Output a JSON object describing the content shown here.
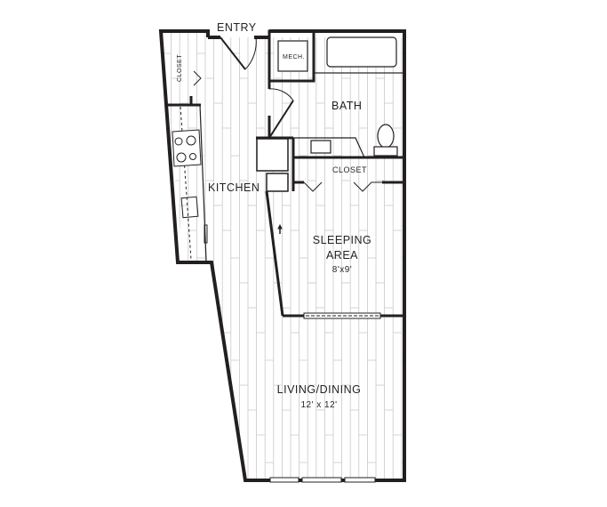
{
  "plan": {
    "colors": {
      "wall": "#231f20",
      "floor_lines": "#bdbdbd",
      "background": "#ffffff"
    },
    "rooms": {
      "entry": {
        "label": "ENTRY"
      },
      "closet_left": {
        "label": "CLOSET"
      },
      "mech": {
        "label": "MECH."
      },
      "bath": {
        "label": "BATH"
      },
      "closet_bed": {
        "label": "CLOSET"
      },
      "kitchen": {
        "label": "KITCHEN"
      },
      "sleeping": {
        "label_line1": "SLEEPING",
        "label_line2": "AREA",
        "dimensions": "8'x9'"
      },
      "living": {
        "label": "LIVING/DINING",
        "dimensions": "12' x 12'"
      }
    }
  }
}
